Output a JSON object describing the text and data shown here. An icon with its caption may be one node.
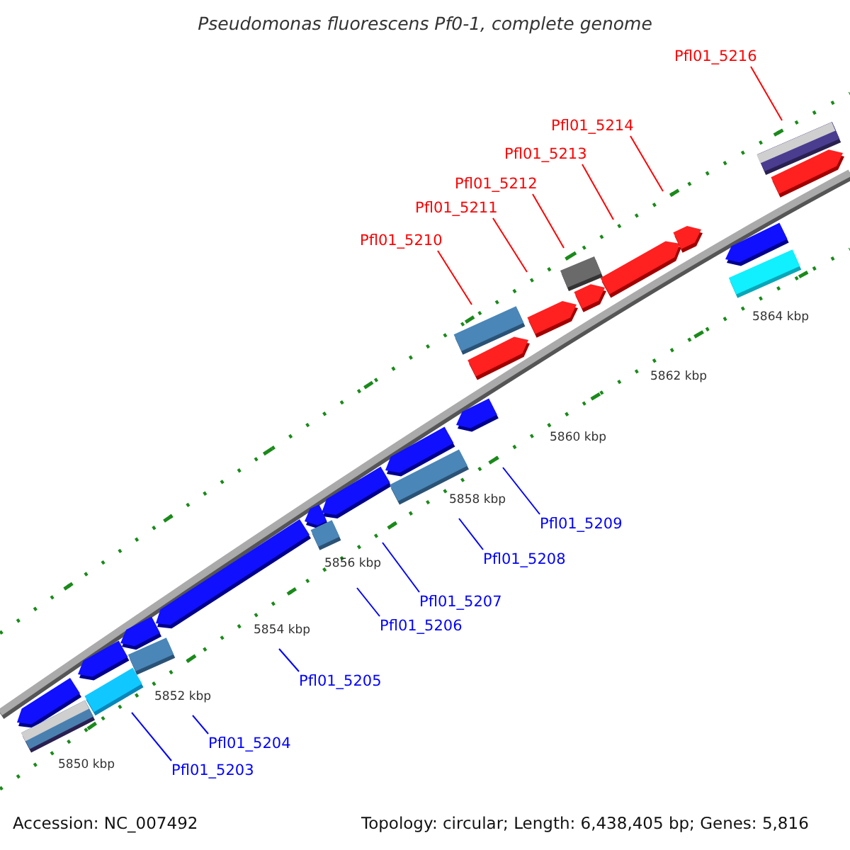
{
  "diagram": {
    "title": "Pseudomonas fluorescens Pf0-1, complete genome",
    "nodes": [
      {
        "text": [
          "Pfl01_5216"
        ]
      },
      {
        "text": [
          "Pfl01_5214"
        ]
      },
      {
        "text": [
          "Pfl01_5213"
        ]
      },
      {
        "text": [
          "Pfl01_5212"
        ]
      },
      {
        "text": [
          "Pfl01_5211"
        ]
      },
      {
        "text": [
          "Pfl01_5210"
        ]
      },
      {
        "text": [
          "Pfl01_5209"
        ]
      },
      {
        "text": [
          "Pfl01_5208"
        ]
      },
      {
        "text": [
          "Pfl01_5207"
        ]
      },
      {
        "text": [
          "Pfl01_5206"
        ]
      },
      {
        "text": [
          "Pfl01_5205"
        ]
      },
      {
        "text": [
          "Pfl01_5204"
        ]
      },
      {
        "text": [
          "Pfl01_5203"
        ]
      }
    ],
    "edges": [
      {
        "from": 0,
        "to": null,
        "arrow": "none",
        "color": "#ff0000"
      },
      {
        "from": 1,
        "to": null,
        "arrow": "none",
        "color": "#ff0000"
      },
      {
        "from": 2,
        "to": null,
        "arrow": "none",
        "color": "#ff0000"
      },
      {
        "from": 3,
        "to": null,
        "arrow": "none",
        "color": "#ff0000"
      },
      {
        "from": 4,
        "to": null,
        "arrow": "none",
        "color": "#ff0000"
      },
      {
        "from": 5,
        "to": null,
        "arrow": "none",
        "color": "#ff0000"
      },
      {
        "from": 6,
        "to": null,
        "arrow": "none"
      },
      {
        "from": 7,
        "to": null,
        "arrow": "none"
      },
      {
        "from": 8,
        "to": null,
        "arrow": "none"
      },
      {
        "from": 9,
        "to": null,
        "arrow": "none"
      },
      {
        "from": 10,
        "to": null,
        "arrow": "none"
      },
      {
        "from": 11,
        "to": null,
        "arrow": "none"
      },
      {
        "from": 12,
        "to": null,
        "arrow": "none"
      }
    ],
    "labels": [
      "5864 kbp",
      "5862 kbp",
      "5860 kbp",
      "5858 kbp",
      "5856 kbp",
      "5854 kbp",
      "5852 kbp",
      "5850 kbp",
      "Accession: NC_007492",
      "Topology: circular; Length: 6,438,405 bp; Genes: 5,816"
    ]
  }
}
